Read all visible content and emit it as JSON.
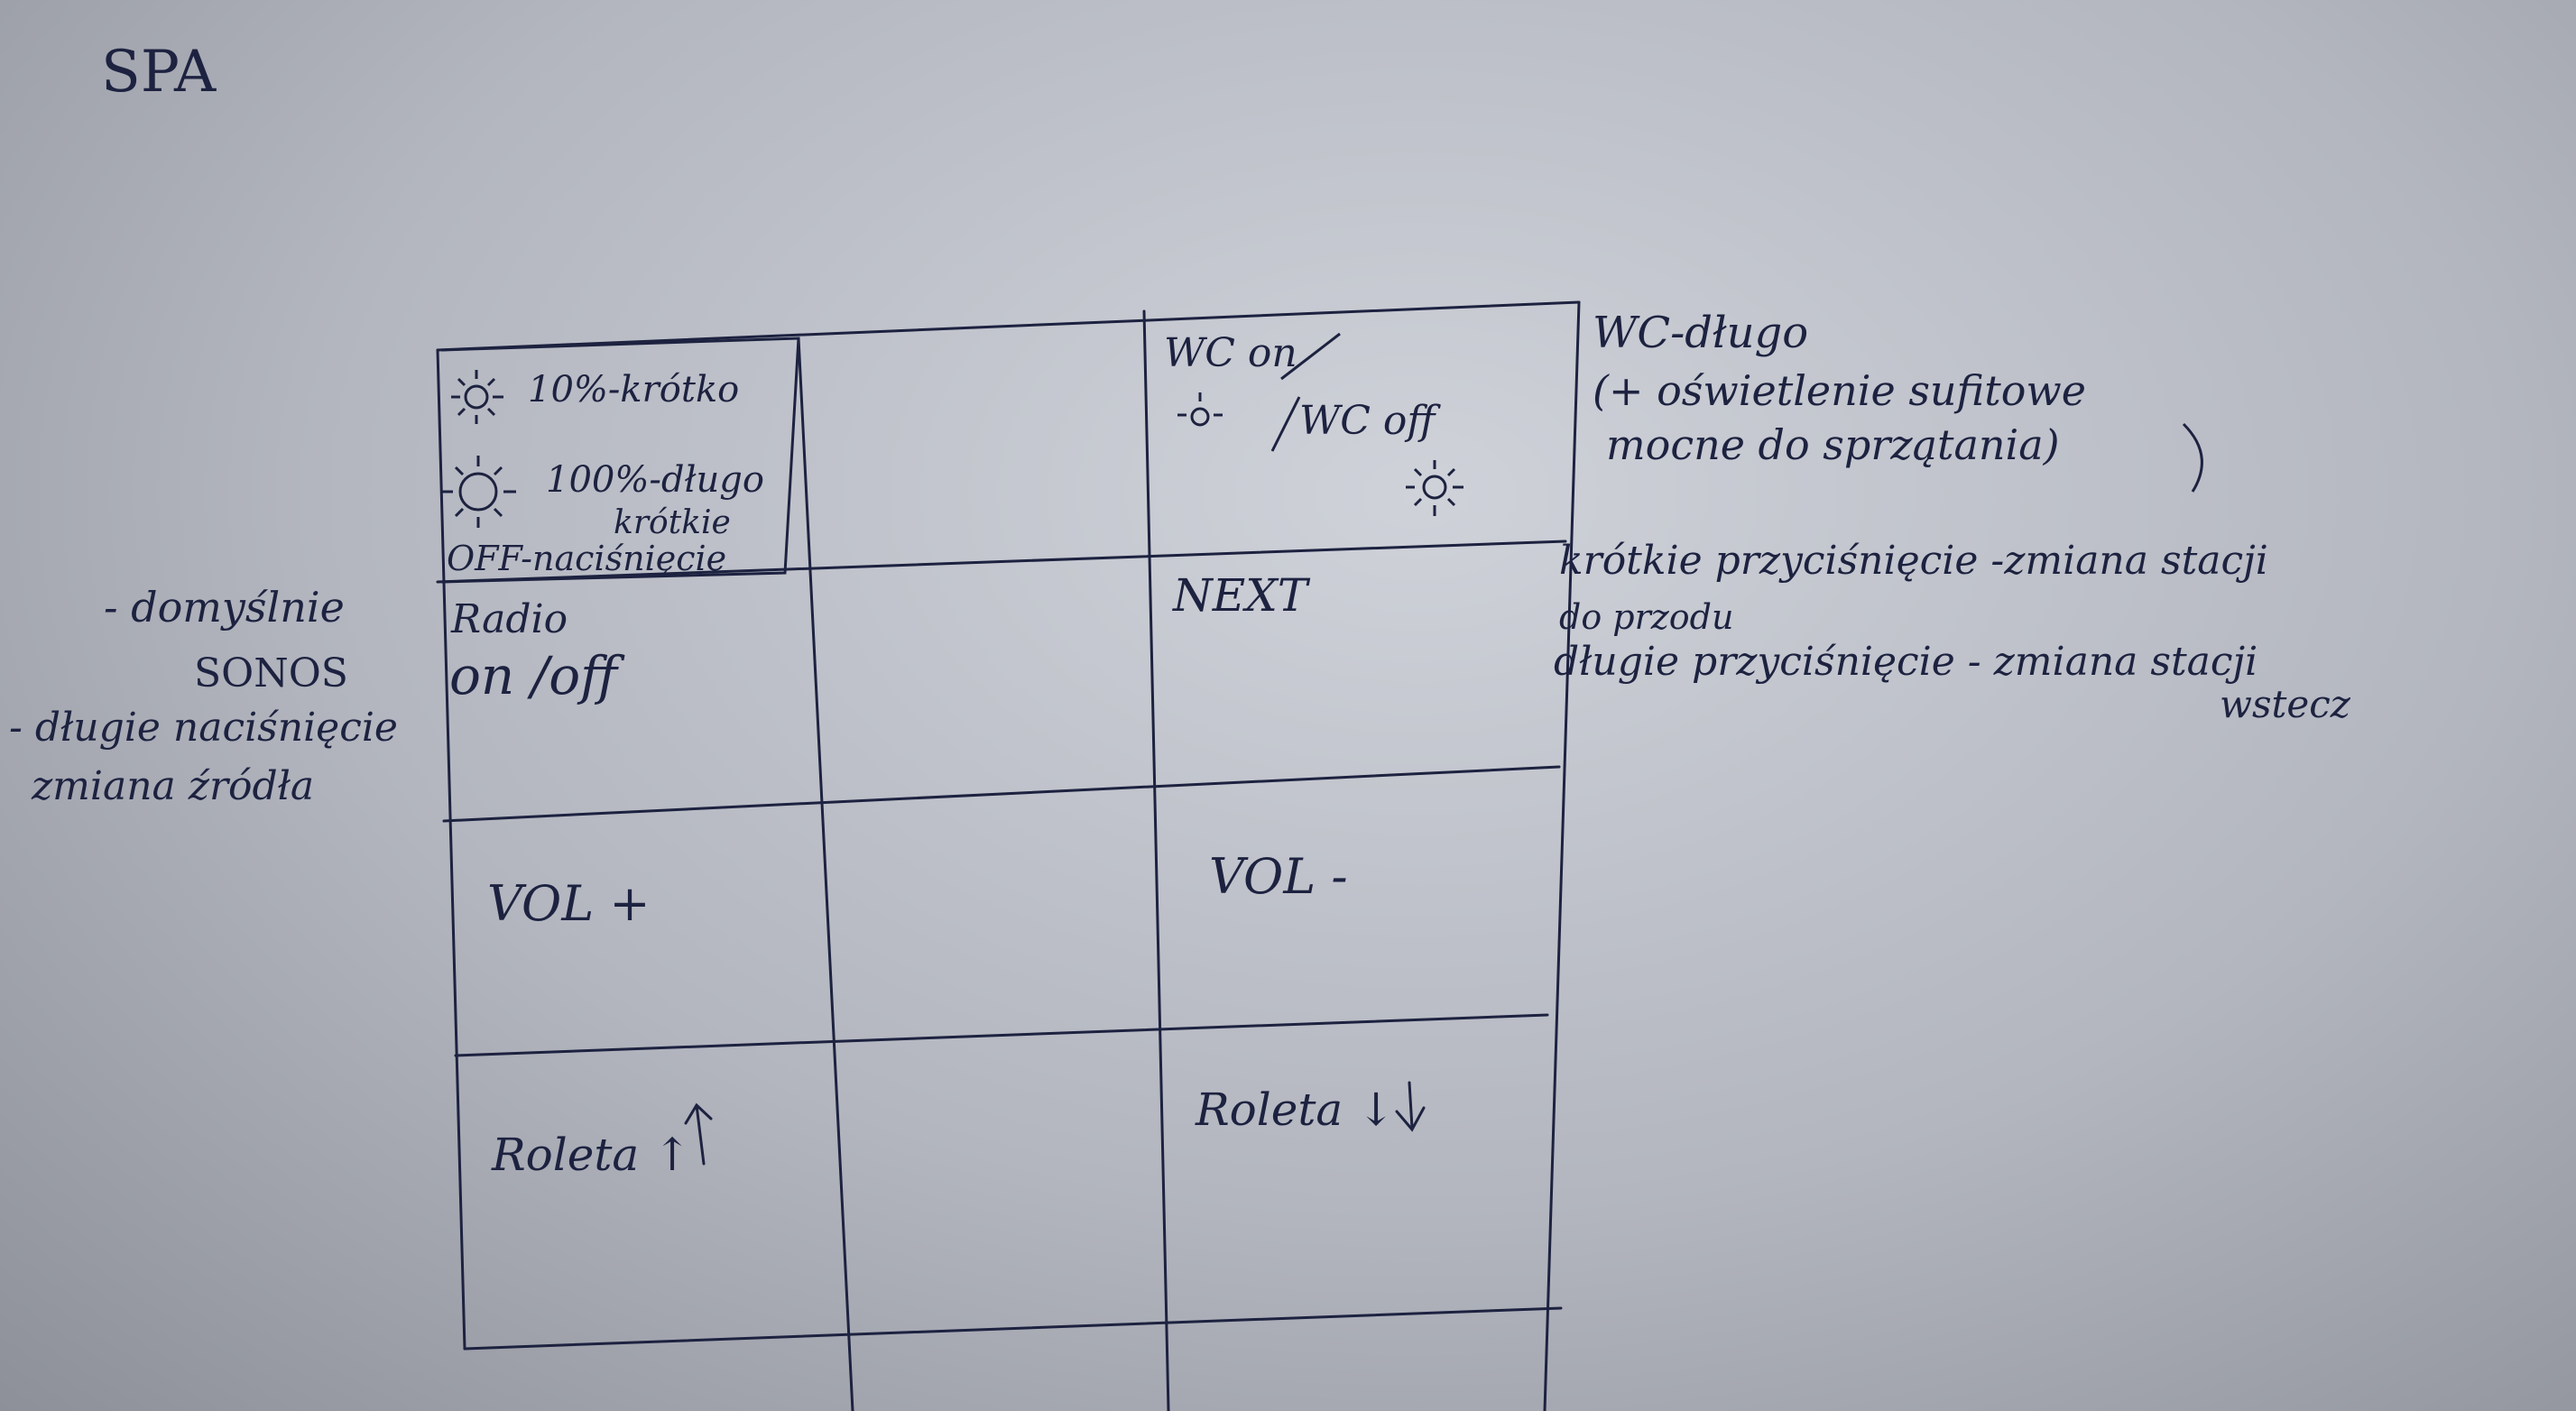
{
  "page": {
    "title": "SPA"
  },
  "grid": {
    "cell_topleft": [
      "10%-krótko",
      "100%-długo",
      "krótkie",
      "OFF-naciśnięcie"
    ],
    "cell_topright": [
      "WC on",
      "WC off"
    ],
    "radio": [
      "Radio",
      "on /off"
    ],
    "next": "NEXT",
    "vol_up": "VOL +",
    "vol_down": "VOL -",
    "roleta_up": "Roleta ↑",
    "roleta_down": "Roleta ↓"
  },
  "notes": {
    "wc": [
      "WC-długo",
      "(+ oświetlenie sufitowe",
      "mocne do sprzątania)"
    ],
    "next": [
      "krótkie przyciśnięcie -zmiana stacji",
      "do przodu",
      "długie przyciśnięcie - zmiana stacji",
      "wstecz"
    ],
    "radio": [
      "- domyślnie",
      "SONOS",
      "- długie naciśnięcie",
      "zmiana źródła"
    ]
  }
}
